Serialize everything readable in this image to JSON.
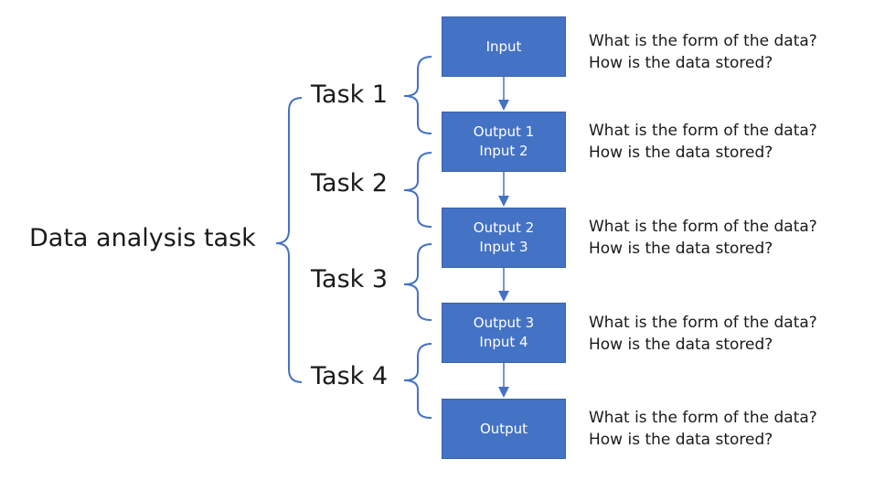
{
  "root": {
    "label": "Data analysis task"
  },
  "tasks": [
    {
      "label": "Task 1"
    },
    {
      "label": "Task 2"
    },
    {
      "label": "Task 3"
    },
    {
      "label": "Task 4"
    }
  ],
  "boxes": [
    {
      "line1": "Input",
      "line2": ""
    },
    {
      "line1": "Output 1",
      "line2": "Input 2"
    },
    {
      "line1": "Output 2",
      "line2": "Input 3"
    },
    {
      "line1": "Output 3",
      "line2": "Input 4"
    },
    {
      "line1": "Output",
      "line2": ""
    }
  ],
  "questions": [
    {
      "q1": "What is the form of the data?",
      "q2": "How is the data stored?"
    },
    {
      "q1": "What is the form of the data?",
      "q2": "How is the data stored?"
    },
    {
      "q1": "What is the form of the data?",
      "q2": "How is the data stored?"
    },
    {
      "q1": "What is the form of the data?",
      "q2": "How is the data stored?"
    },
    {
      "q1": "What is the form of the data?",
      "q2": "How is the data stored?"
    }
  ],
  "colors": {
    "box_fill": "#4472c4",
    "bracket": "#4472c4",
    "text": "#1a1a1a",
    "box_text": "#ffffff"
  }
}
